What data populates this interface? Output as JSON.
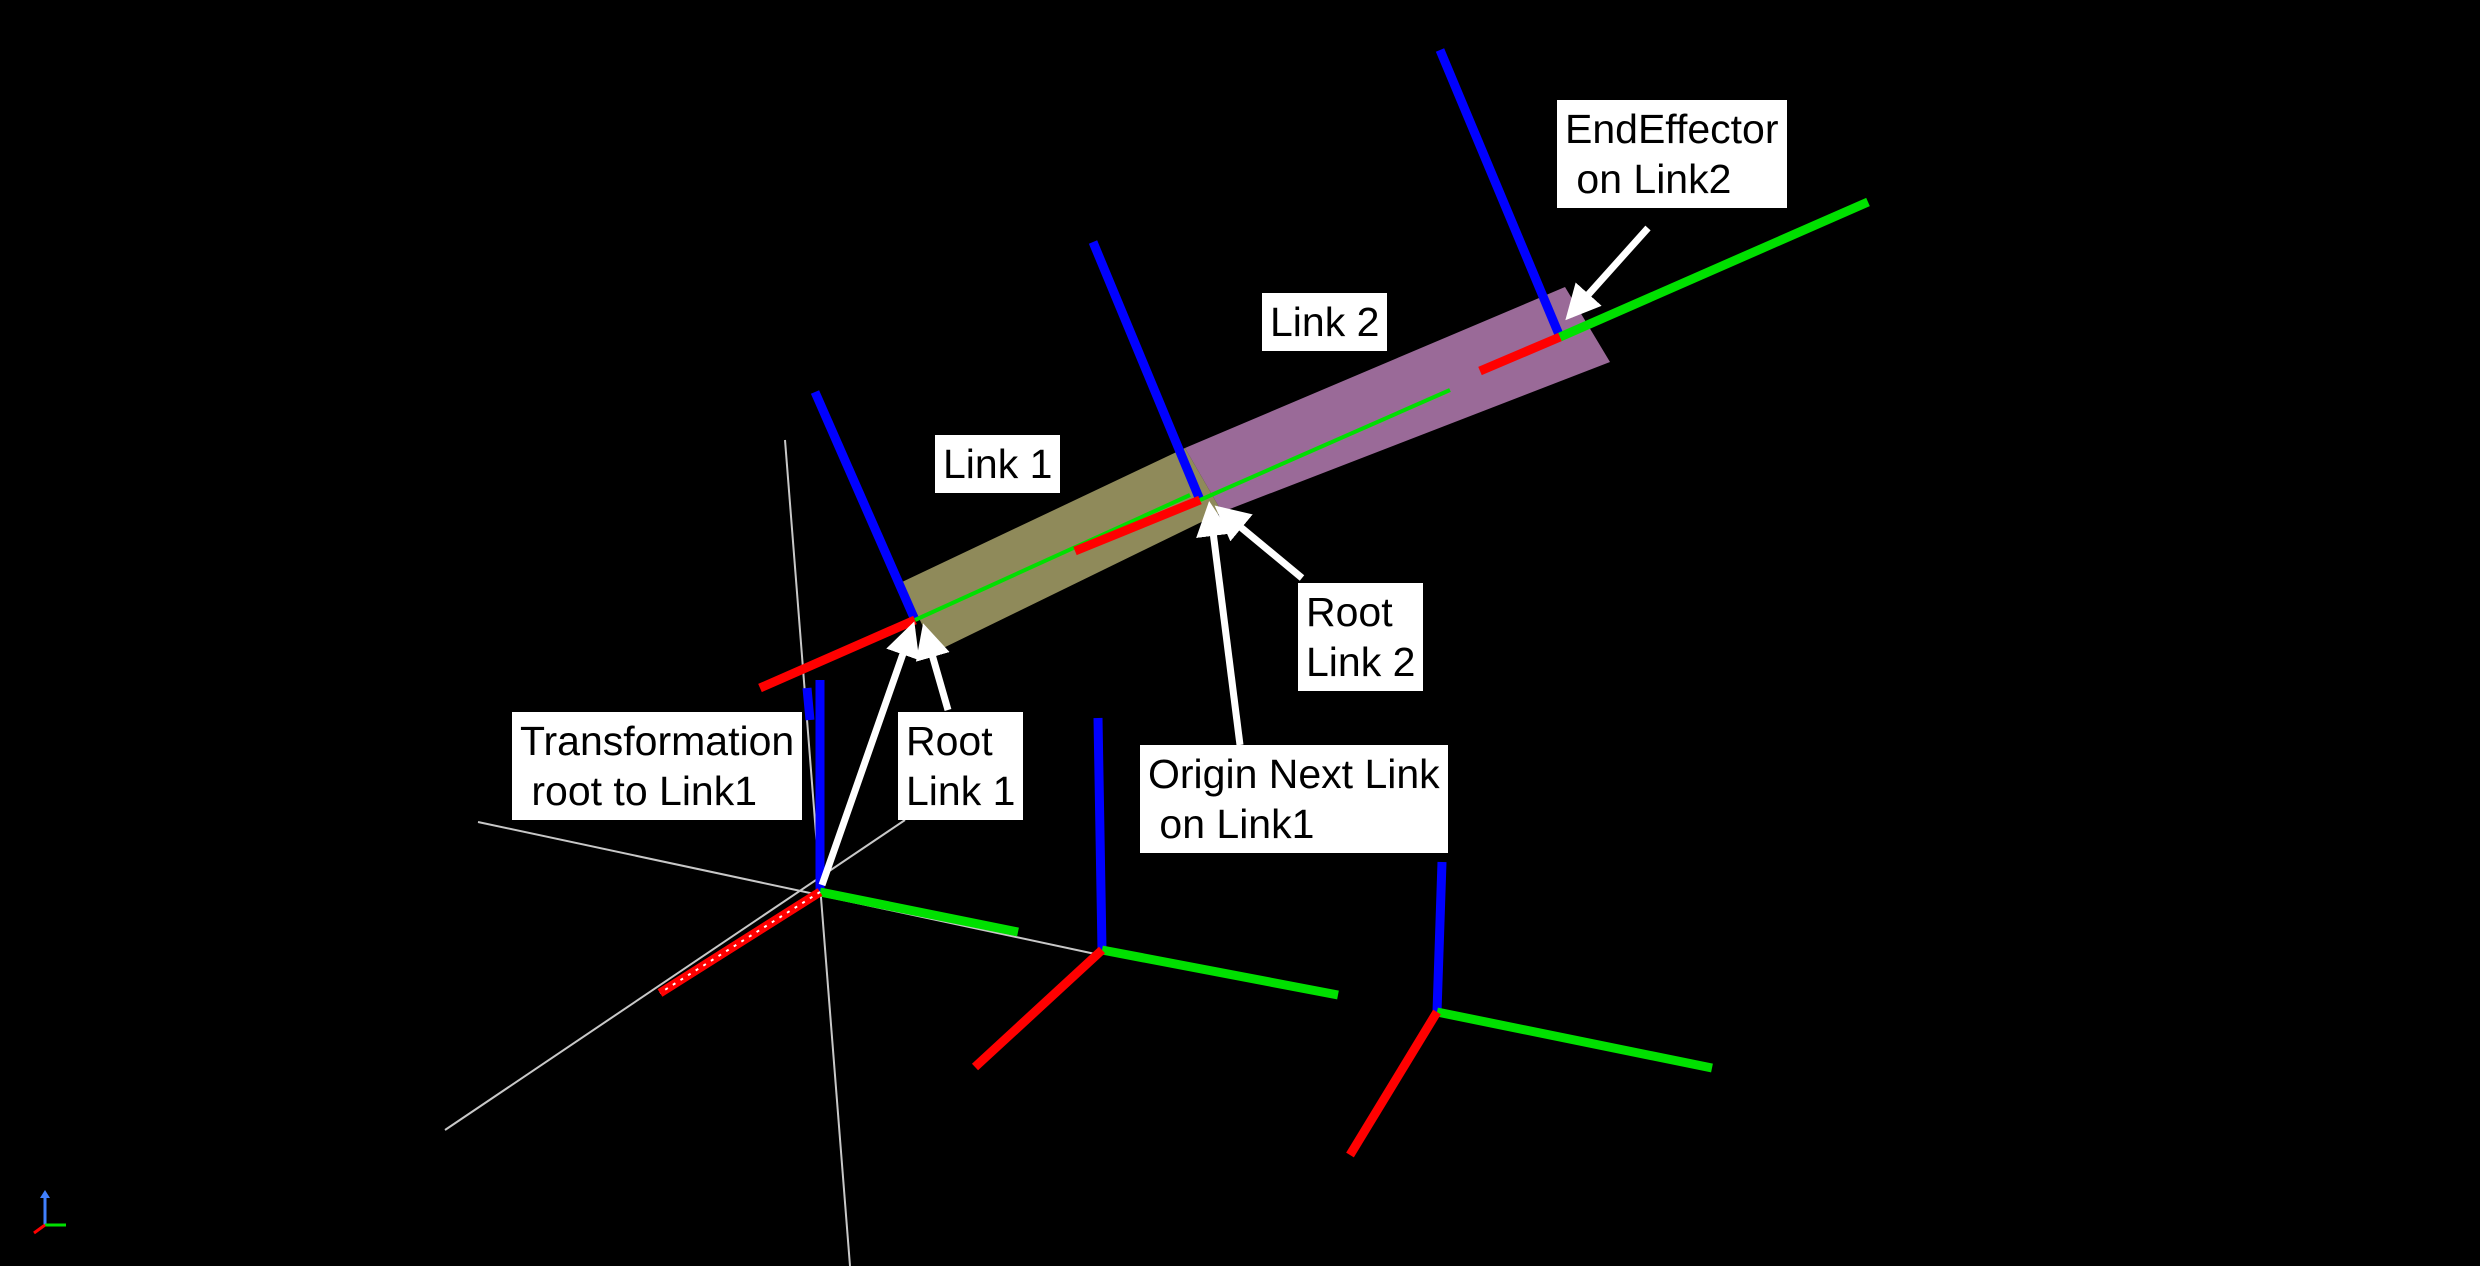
{
  "labels": {
    "link1": "Link 1",
    "link2": "Link 2",
    "end_effector": "EndEffector\n on Link2",
    "root_link2": "Root\nLink 2",
    "transformation": "Transformation\n root to Link1",
    "root_link1": "Root\nLink 1",
    "origin_next_link": "Origin Next Link\n on Link1"
  },
  "colors": {
    "background": "#000000",
    "x_axis": "#ff0000",
    "y_axis": "#00e000",
    "z_axis": "#0000ff",
    "link1_body": "#8f8a5a",
    "link2_body": "#9a6a98",
    "arrow": "#ffffff",
    "reference_line": "#c8c8c8"
  },
  "icons": {
    "orientation_gizmo": "xyz-axes-icon"
  }
}
